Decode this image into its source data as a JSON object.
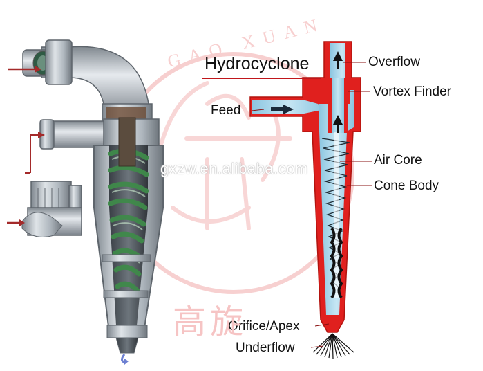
{
  "diagram": {
    "title": "Hydrocyclone",
    "labels": {
      "overflow": "Overflow",
      "vortex_finder": "Vortex Finder",
      "feed": "Feed",
      "air_core": "Air Core",
      "cone_body": "Cone Body",
      "orifice_apex": "Orifice/Apex",
      "underflow": "Underflow"
    }
  },
  "watermark": {
    "url": "gxzw.en.alibaba.com",
    "seal_text": "GAO XUAN",
    "chinese": "高旋"
  },
  "colors": {
    "shell_red": "#e0201e",
    "fluid_blue": "#9fd2ea",
    "arrow": "#111111",
    "leader_line": "#b01818",
    "feed_arrow": "#a42a2a",
    "metal": "#b8c0c8",
    "spiral_green": "#3f8a4a",
    "watermark_pink": "#f3b6b6"
  }
}
